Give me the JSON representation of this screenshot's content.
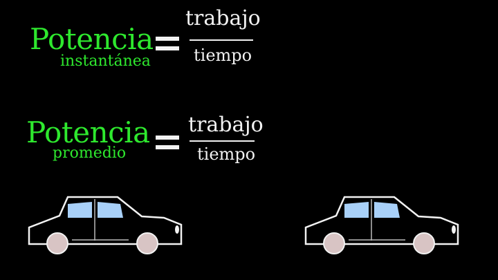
{
  "equations": [
    {
      "lhs_main": "Potencia",
      "lhs_sub": "instantánea",
      "numerator": "trabajo",
      "denominator": "tiempo"
    },
    {
      "lhs_main": "Potencia",
      "lhs_sub": "promedio",
      "numerator": "trabajo",
      "denominator": "tiempo"
    }
  ],
  "colors": {
    "background": "#000000",
    "accent_green": "#2ee82e",
    "text_white": "#f2f2f2",
    "window_blue": "#a8d0f8",
    "wheel_pink": "#d8c4c4"
  },
  "cars": [
    {
      "label": "car-left"
    },
    {
      "label": "car-right"
    }
  ]
}
